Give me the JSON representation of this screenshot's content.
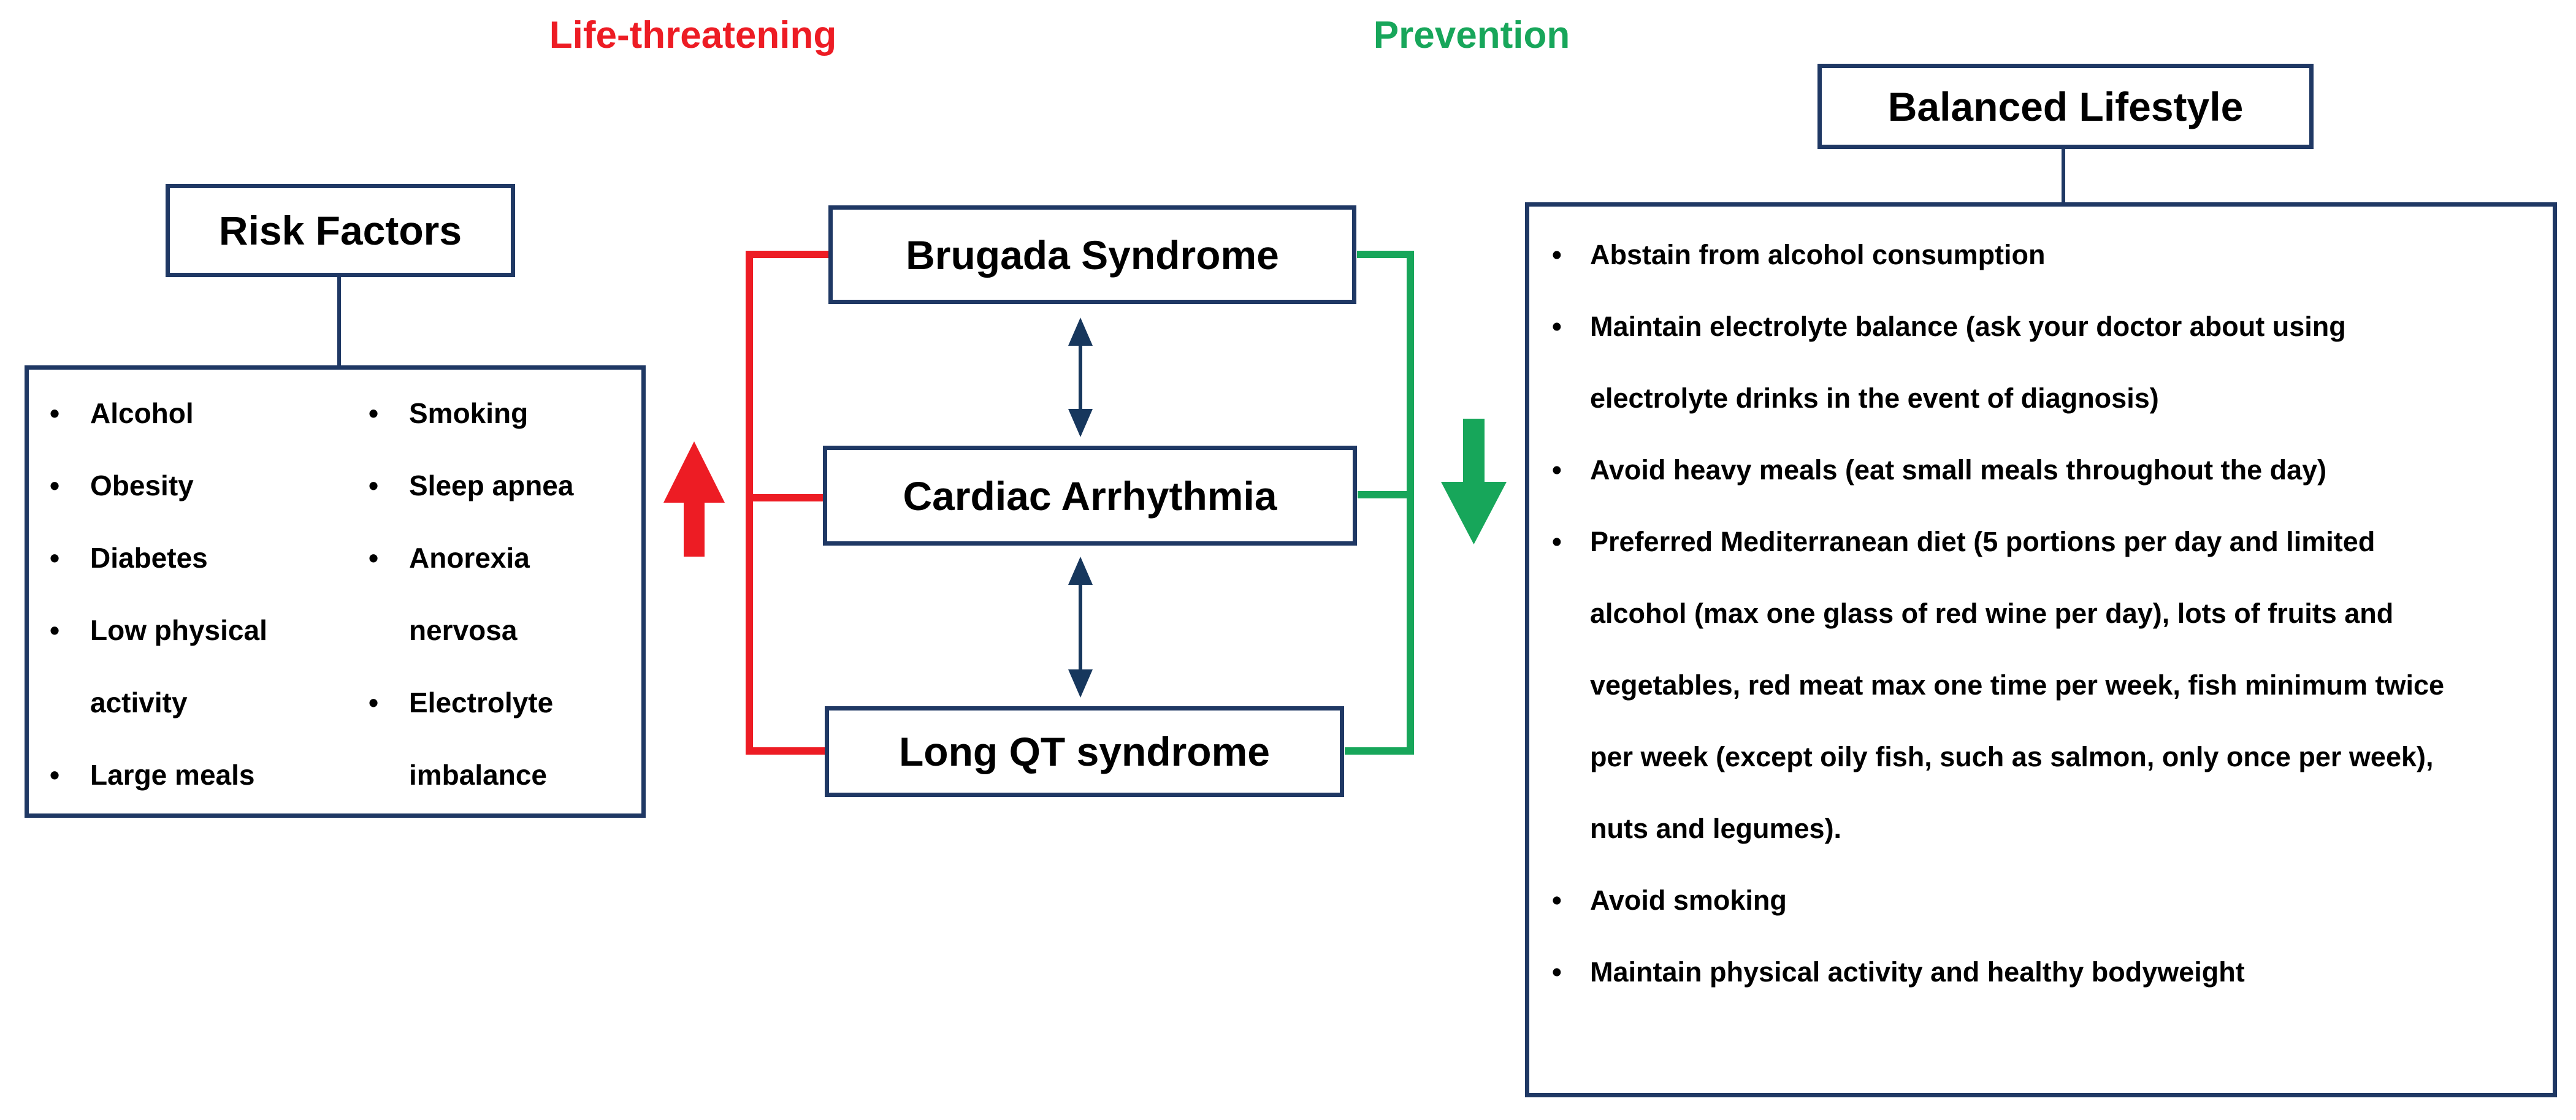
{
  "colors": {
    "red": "#ED1C24",
    "green": "#17A65A",
    "navy": "#1F3864",
    "arrow_navy": "#17375D",
    "text": "#000000",
    "background": "#FFFFFF"
  },
  "headers": {
    "life_threatening": "Life-threatening",
    "prevention": "Prevention"
  },
  "risk_factors": {
    "title": "Risk Factors",
    "column1": [
      "Alcohol",
      "Obesity",
      "Diabetes",
      "Low physical activity",
      "Large meals"
    ],
    "column2": [
      "Smoking",
      "Sleep apnea",
      "Anorexia nervosa",
      "Electrolyte imbalance"
    ]
  },
  "syndromes": [
    "Brugada Syndrome",
    "Cardiac Arrhythmia",
    "Long QT syndrome"
  ],
  "balanced_lifestyle": {
    "title": "Balanced Lifestyle",
    "items": [
      "Abstain from alcohol consumption",
      "Maintain electrolyte balance (ask your doctor about using electrolyte drinks in the event of diagnosis)",
      "Avoid heavy meals (eat small meals throughout the day)",
      "Preferred Mediterranean diet (5 portions per day and limited alcohol (max one glass of red wine per day), lots of fruits and vegetables, red meat max one time per week, fish minimum twice per week (except oily fish, such as salmon, only once per week), nuts and legumes).",
      "Avoid smoking",
      "Maintain physical activity and healthy bodyweight"
    ]
  },
  "bullet_glyph": "•"
}
